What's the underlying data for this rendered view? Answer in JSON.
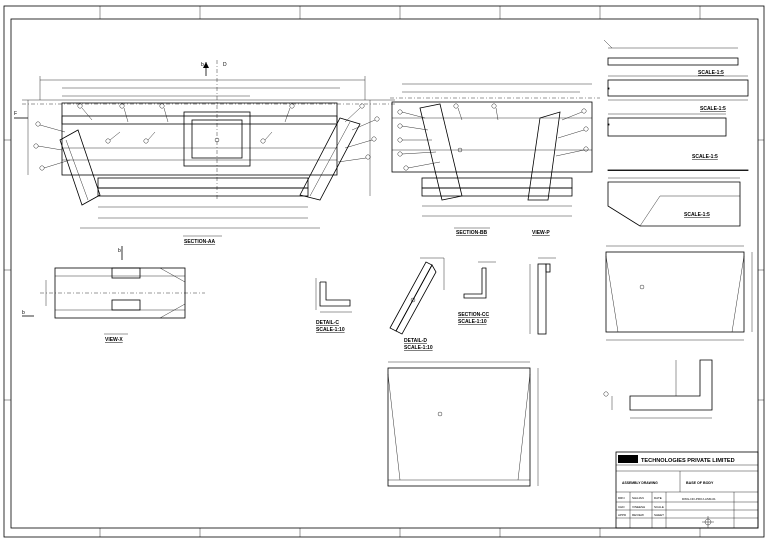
{
  "section_labels": {
    "section_aa": "SECTION-AA",
    "section_bb": "SECTION-BB",
    "view_p": "VIEW-P",
    "view_x": "VIEW-X",
    "detail_c": "DETAIL-C",
    "detail_c_scale": "SCALE-1:10",
    "detail_d": "DETAIL-D",
    "detail_d_scale": "SCALE-1:10",
    "section_cc": "SECTION-CC",
    "section_cc_scale": "SCALE-1:10",
    "scale_1": "SCALE-1:5",
    "scale_2": "SCALE-1:5",
    "scale_3": "SCALE-1:5",
    "scale_4": "SCALE-1:5"
  },
  "markers": {
    "b_top": "b",
    "d_top": "D",
    "f_left": "F",
    "b_view": "b",
    "b_left": "b"
  },
  "title_block": {
    "company": "TECHNOLOGIES PRIVATE LIMITED",
    "drawing_title": "BASE OF BODY",
    "project": "ASSEMBLY DRAWING",
    "drawing_no": "DWG-NO-PROJ-ASM-01",
    "rows": [
      {
        "a": "DRN",
        "b": "SHAJAN",
        "c": "DATE"
      },
      {
        "a": "CHD",
        "b": "VINEESH",
        "c": "SCALE"
      },
      {
        "a": "APPD",
        "b": "REVIEW",
        "c": "SHEET"
      }
    ]
  }
}
